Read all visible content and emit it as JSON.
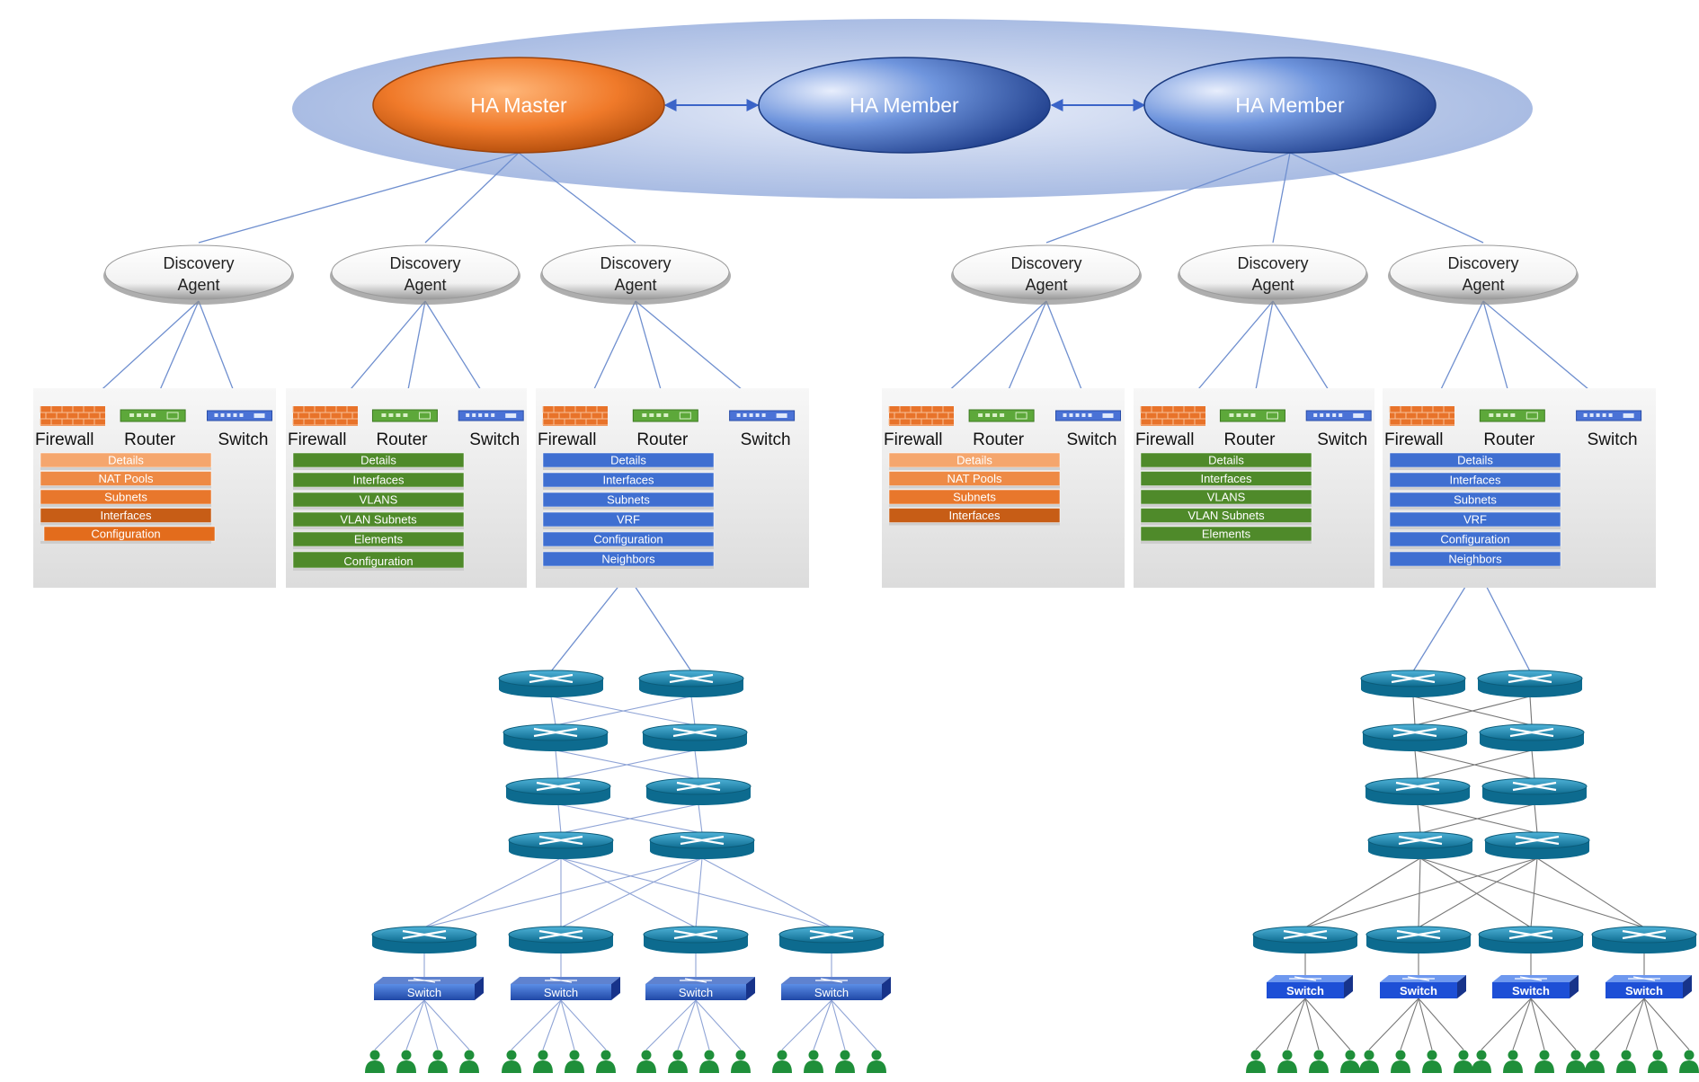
{
  "nodes": {
    "master": "HA Master",
    "member1": "HA Member",
    "member2": "HA Member"
  },
  "agents": [
    {
      "line1": "Discovery",
      "line2": "Agent"
    },
    {
      "line1": "Discovery",
      "line2": "Agent"
    },
    {
      "line1": "Discovery",
      "line2": "Agent"
    },
    {
      "line1": "Discovery",
      "line2": "Agent"
    },
    {
      "line1": "Discovery",
      "line2": "Agent"
    },
    {
      "line1": "Discovery",
      "line2": "Agent"
    }
  ],
  "device_labels": [
    "Firewall",
    "Router",
    "Switch"
  ],
  "panels": [
    {
      "theme": "orange",
      "items": [
        "Details",
        "NAT Pools",
        "Subnets",
        "Interfaces",
        "Configuration"
      ]
    },
    {
      "theme": "green",
      "items": [
        "Details",
        "Interfaces",
        "VLANS",
        "VLAN Subnets",
        "Elements",
        "Configuration"
      ]
    },
    {
      "theme": "blue",
      "items": [
        "Details",
        "Interfaces",
        "Subnets",
        "VRF",
        "Configuration",
        "Neighbors"
      ]
    },
    {
      "theme": "orange",
      "items": [
        "Details",
        "NAT Pools",
        "Subnets",
        "Interfaces"
      ]
    },
    {
      "theme": "green",
      "items": [
        "Details",
        "Interfaces",
        "VLANS",
        "VLAN Subnets",
        "Elements"
      ]
    },
    {
      "theme": "blue",
      "items": [
        "Details",
        "Interfaces",
        "Subnets",
        "VRF",
        "Configuration",
        "Neighbors"
      ]
    }
  ],
  "switch_label": "Switch",
  "colors": {
    "orange": "#e36c1c",
    "orange_light": "#f4a46a",
    "green": "#4f8a2a",
    "blue": "#3f6fd1",
    "cluster": "#b9c9e8",
    "router": "#1d8fb3",
    "line": "#6f8fcf",
    "user": "#1f8f3a"
  }
}
